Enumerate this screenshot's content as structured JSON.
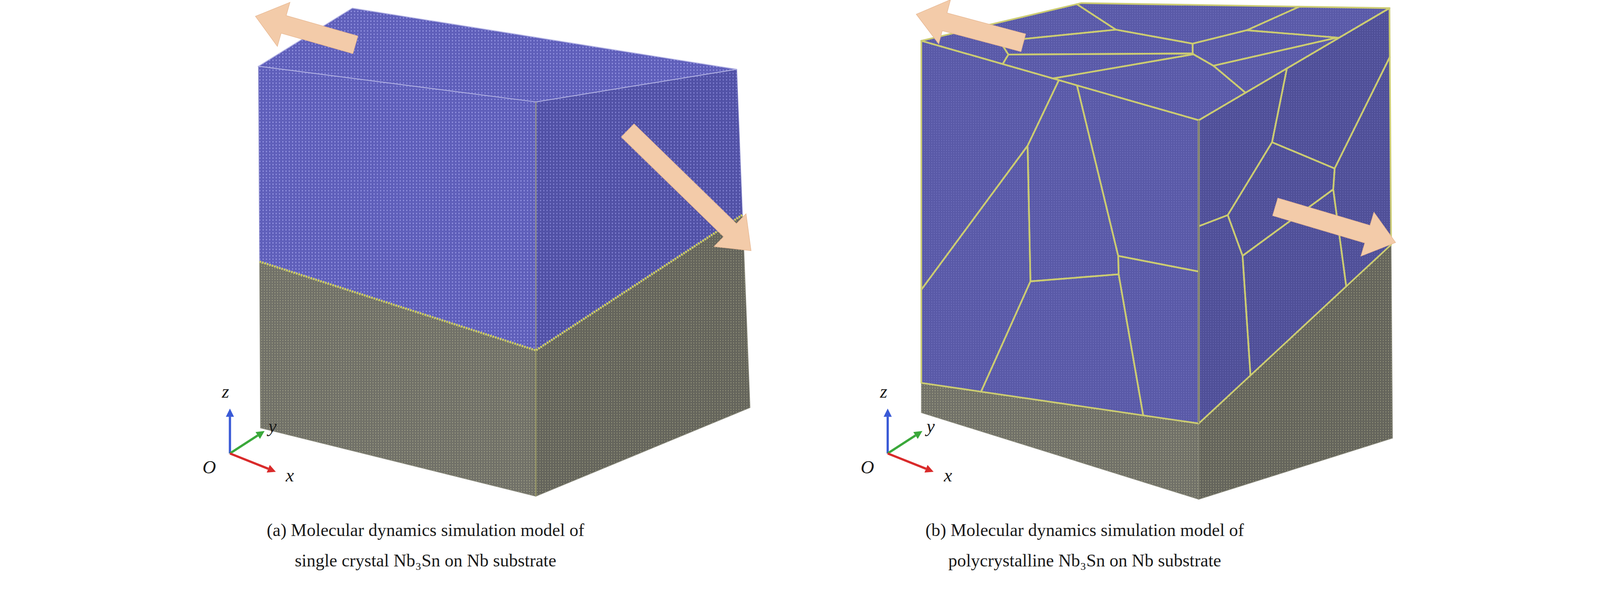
{
  "diagram": {
    "labels": [
      "z",
      "y",
      "O",
      "x",
      "(a) Molecular dynamics simulation model of single crystal Nb₃Sn on Nb substrate",
      "z",
      "y",
      "O",
      "x",
      "(b) Molecular dynamics simulation model of polycrystalline Nb₃Sn on Nb substrate"
    ]
  }
}
